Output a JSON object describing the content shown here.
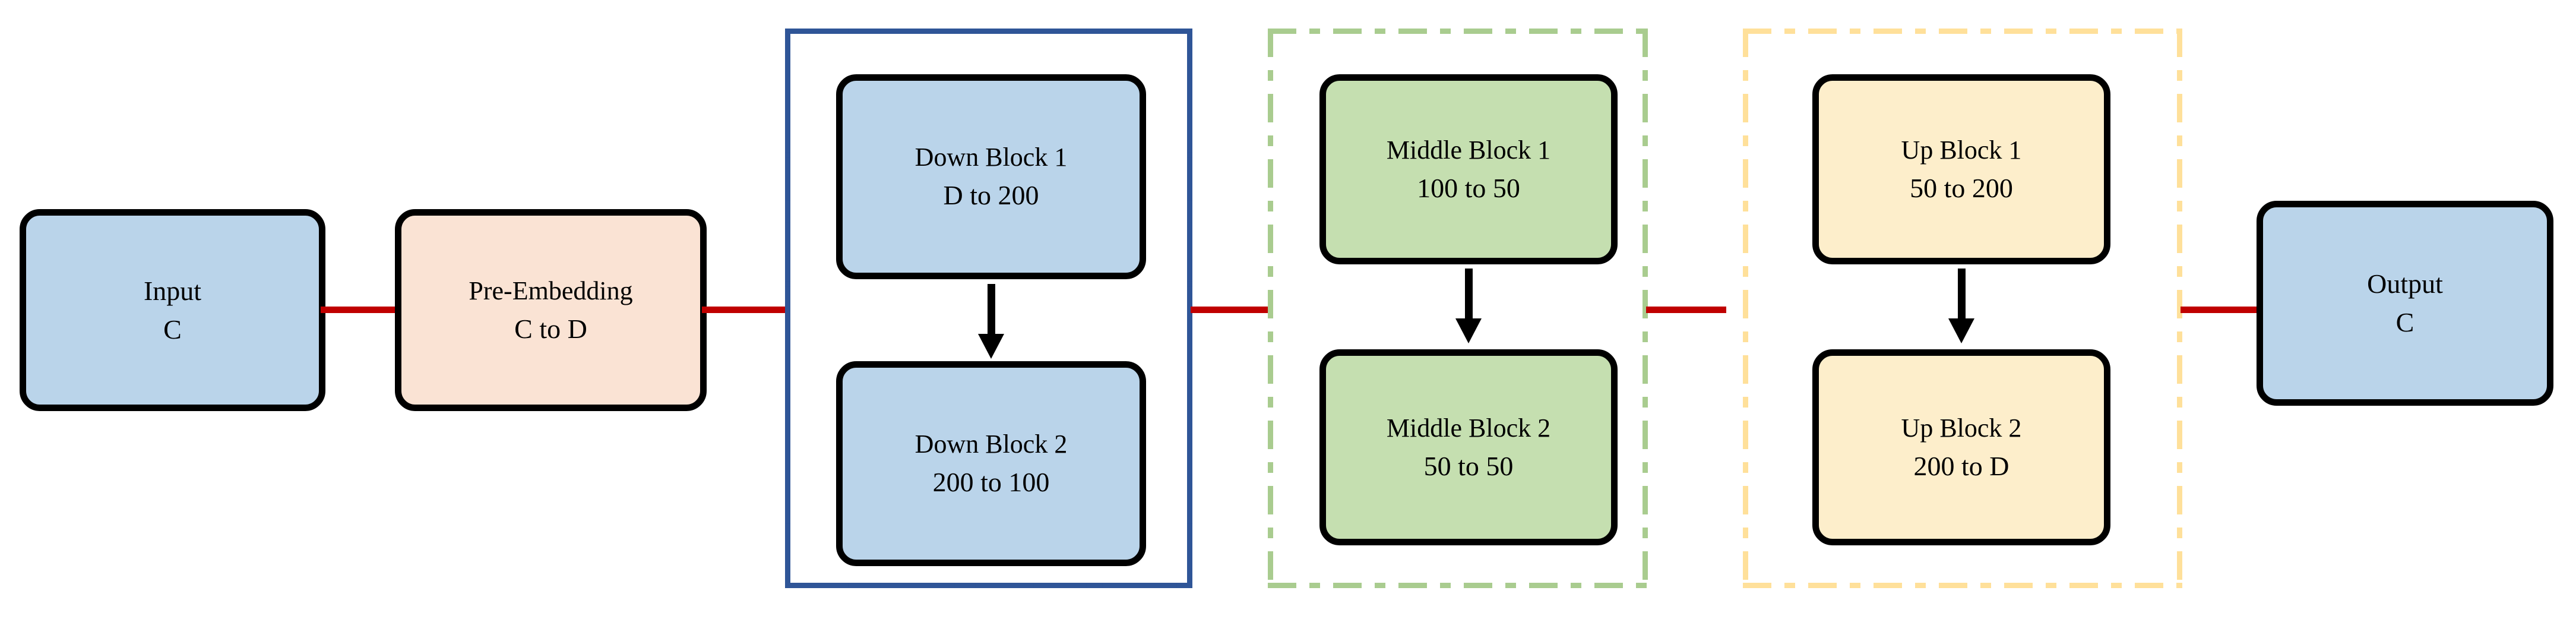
{
  "diagram": {
    "title": "Neural network UNet-style architecture pipeline",
    "background": "#ffffff",
    "colors": {
      "blue_fill": "#bad4ea",
      "peach_fill": "#fae3d4",
      "green_fill": "#c5dfb0",
      "yellow_fill": "#fdeecb",
      "node_border": "#000000",
      "connector_red": "#c00000",
      "down_group_border": "#2f5597",
      "middle_group_border": "#a9cc8f",
      "up_group_border": "#ffe09a"
    }
  },
  "nodes": {
    "input": {
      "title": "Input",
      "detail": "C"
    },
    "pre_embedding": {
      "title": "Pre-Embedding",
      "detail": "C to D"
    },
    "down_block_1": {
      "title": "Down Block 1",
      "detail": "D to 200"
    },
    "down_block_2": {
      "title": "Down Block 2",
      "detail": "200 to 100"
    },
    "middle_block_1": {
      "title": "Middle Block 1",
      "detail": "100 to 50"
    },
    "middle_block_2": {
      "title": "Middle Block 2",
      "detail": "50 to 50"
    },
    "up_block_1": {
      "title": "Up Block 1",
      "detail": "50 to 200"
    },
    "up_block_2": {
      "title": "Up Block 2",
      "detail": "200 to D"
    },
    "output": {
      "title": "Output",
      "detail": "C"
    }
  },
  "groups": {
    "down_group": {
      "border_style": "dash-dot",
      "border_color": "#2f5597"
    },
    "middle_group": {
      "border_style": "dash-dot",
      "border_color": "#a9cc8f"
    },
    "up_group": {
      "border_style": "dash-dot",
      "border_color": "#ffe09a"
    }
  },
  "connectors": {
    "input_to_pre": {
      "color": "#c00000"
    },
    "pre_to_down": {
      "color": "#c00000"
    },
    "down_to_middle": {
      "color": "#c00000"
    },
    "middle_to_up": {
      "color": "#c00000"
    },
    "up_to_output": {
      "color": "#c00000"
    }
  },
  "arrows": {
    "down_internal": {
      "direction": "down"
    },
    "middle_internal": {
      "direction": "down"
    },
    "up_internal": {
      "direction": "down"
    }
  }
}
